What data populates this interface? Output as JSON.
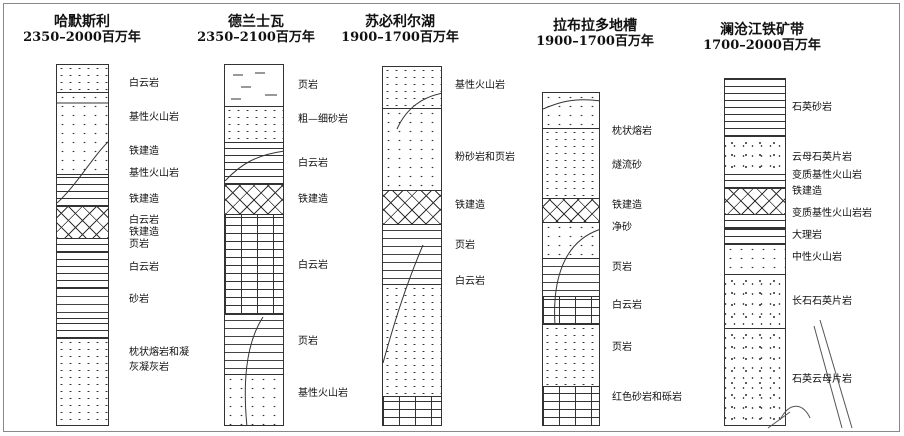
{
  "columns": [
    {
      "name": "哈默斯利",
      "age": "2350–2000百万年",
      "labels": [
        "白云岩",
        "基性火山岩",
        "铁建造",
        "基性火山岩",
        "铁建造",
        "白云岩",
        "铁建造",
        "页岩",
        "白云岩",
        "砂岩",
        "枕状熔岩和凝",
        "灰凝灰岩"
      ]
    },
    {
      "name": "德兰士瓦",
      "age": "2350–2100百万年",
      "labels": [
        "页岩",
        "粗—细砂岩",
        "白云岩",
        "铁建造",
        "白云岩",
        "页岩",
        "基性火山岩"
      ]
    },
    {
      "name": "苏必利尔湖",
      "age": "1900–1700百万年",
      "labels": [
        "基性火山岩",
        "粉砂岩和页岩",
        "铁建造",
        "页岩",
        "白云岩"
      ]
    },
    {
      "name": "拉布拉多地槽",
      "age": "1900–1700百万年",
      "labels": [
        "枕状熔岩",
        "燧流砂",
        "铁建造",
        "净砂",
        "页岩",
        "白云岩",
        "页岩",
        "红色砂岩和砾岩"
      ]
    },
    {
      "name": "澜沧江铁矿带",
      "age": "1700–2000百万年",
      "labels": [
        "石英砂岩",
        "云母石英片岩",
        "变质基性火山岩",
        "铁建造",
        "变质基性火山岩岩",
        "大理岩",
        "中性火山岩",
        "长石石英片岩",
        "石英云母片岩"
      ]
    }
  ]
}
